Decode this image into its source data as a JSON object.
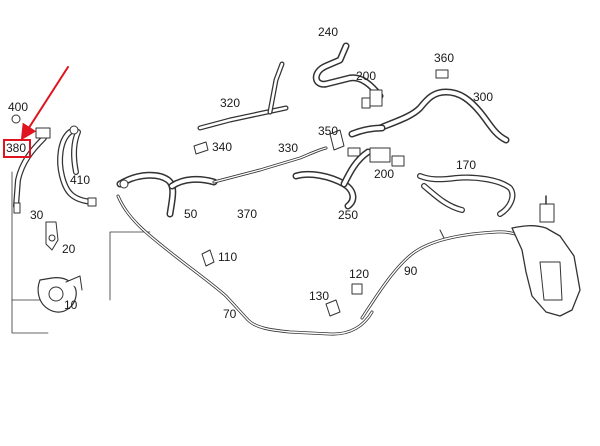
{
  "diagram": {
    "highlight_color": "#e0141e",
    "line_color": "#333333",
    "parts": [
      {
        "id": "p240",
        "label": "240"
      },
      {
        "id": "p200a",
        "label": "200"
      },
      {
        "id": "p360",
        "label": "360"
      },
      {
        "id": "p300",
        "label": "300"
      },
      {
        "id": "p320",
        "label": "320"
      },
      {
        "id": "p400",
        "label": "400"
      },
      {
        "id": "p380",
        "label": "380",
        "highlighted": true
      },
      {
        "id": "p340",
        "label": "340"
      },
      {
        "id": "p330",
        "label": "330"
      },
      {
        "id": "p350",
        "label": "350"
      },
      {
        "id": "p410",
        "label": "410"
      },
      {
        "id": "p200b",
        "label": "200"
      },
      {
        "id": "p170",
        "label": "170"
      },
      {
        "id": "p50",
        "label": "50"
      },
      {
        "id": "p370",
        "label": "370"
      },
      {
        "id": "p250",
        "label": "250"
      },
      {
        "id": "p30",
        "label": "30"
      },
      {
        "id": "p20",
        "label": "20"
      },
      {
        "id": "p110",
        "label": "110"
      },
      {
        "id": "p90",
        "label": "90"
      },
      {
        "id": "p120",
        "label": "120"
      },
      {
        "id": "p130",
        "label": "130"
      },
      {
        "id": "p10",
        "label": "10"
      },
      {
        "id": "p70",
        "label": "70"
      }
    ]
  }
}
